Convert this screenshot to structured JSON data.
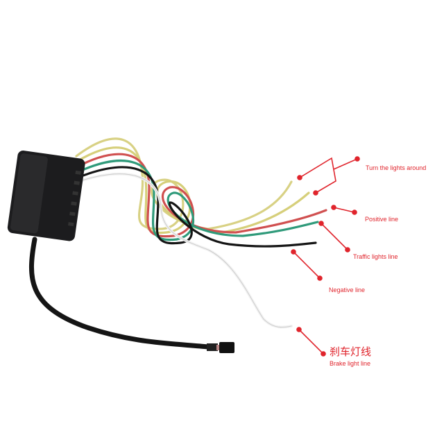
{
  "labels": {
    "turn": "Turn the lights around",
    "positive": "Positive line",
    "traffic": "Traffic lights line",
    "negative": "Negative line",
    "brake_cn": "刹车灯线",
    "brake_en": "Brake light line"
  },
  "colors": {
    "annotation": "#e0242c",
    "box": "#1c1c1e"
  }
}
